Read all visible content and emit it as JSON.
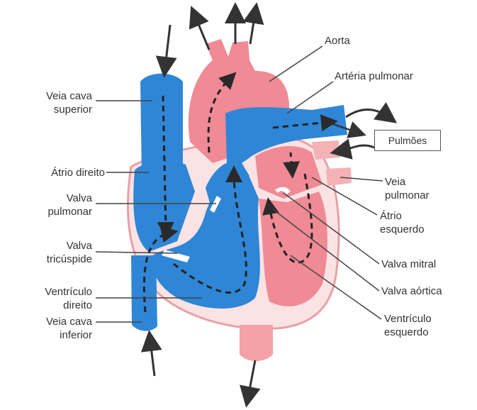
{
  "labels": {
    "aorta": "Aorta",
    "arteria_pulmonar": "Artéria pulmonar",
    "pulmoes": "Pulmões",
    "veia_cava_superior": [
      "Veia cava",
      "superior"
    ],
    "atrio_direito": "Átrio direito",
    "valva_pulmonar": [
      "Valva",
      "pulmonar"
    ],
    "valva_tricuspide": [
      "Valva",
      "tricúspide"
    ],
    "ventriculo_direito": [
      "Ventrículo",
      "direito"
    ],
    "veia_cava_inferior": [
      "Veia cava",
      "inferior"
    ],
    "veia_pulmonar": [
      "Veia",
      "pulmonar"
    ],
    "atrio_esquerdo": [
      "Átrio",
      "esquerdo"
    ],
    "valva_mitral": "Valva mitral",
    "valva_aortica": "Valva aórtica",
    "ventriculo_esquerdo": [
      "Ventrículo",
      "esquerdo"
    ]
  },
  "colors": {
    "venous_blue": "#2f86d6",
    "arterial_pink": "#f08a94",
    "pale_pink": "#f7c6c8",
    "outline": "#e8a0a5",
    "leader": "#444444"
  }
}
